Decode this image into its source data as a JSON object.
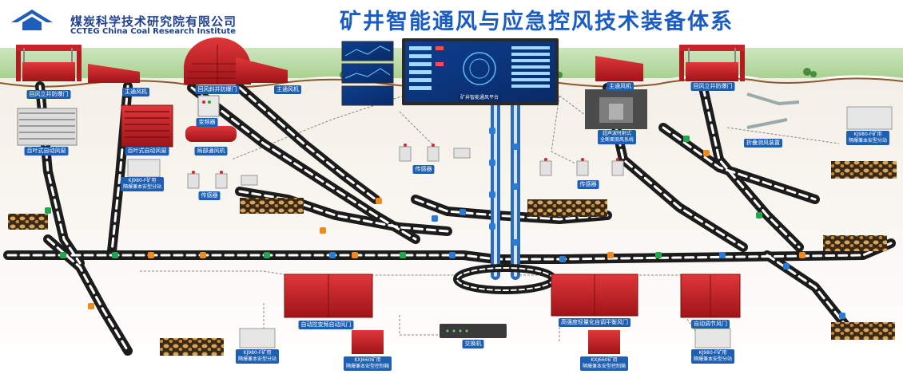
{
  "header": {
    "org_cn": "煤炭科学技术研究院有限公司",
    "org_en": "CCTEG China Coal Research Institute",
    "title": "矿井智能通风与应急控风技术装备体系"
  },
  "colors": {
    "accent": "#1a5bc4",
    "label_bg": "#1d5fb3",
    "door_red": "#c8232b",
    "tunnel": "#1c1c1c",
    "arrow_blue": "#2a7bd6",
    "arrow_green": "#24a64b",
    "arrow_orange": "#f08a1c"
  },
  "labels": {
    "return_shaft_door_left": "回风立井防爆门",
    "return_fan_bottom": "主通风机",
    "return_shaft_fan_door": "回风斜井防爆门",
    "main_fan_left": "主通风机",
    "louver_auto_window": "百叶式自动风窗",
    "louver_auto_door": "百叶式自动风窗",
    "inverter": "变频器",
    "local_fan": "局部通风机",
    "sensor_a": "传感器",
    "sensor_b": "传感器",
    "sensor_c": "传感器",
    "station_left_l1": "KJ980-F矿用",
    "station_left_l2": "隔爆兼本安型分站",
    "main_fan_right": "主通风机",
    "return_shaft_door_right": "回风立井防爆门",
    "ultrasonic_l1": "超声波时射式",
    "ultrasonic_l2": "全断面测风系统",
    "folding_device": "折叠测风装置",
    "station_right_l1": "KJ980-F矿用",
    "station_right_l2": "隔爆兼本安型分站",
    "door_auto_pressure": "自动控变频自动风门",
    "switch": "交换机",
    "door_high_pressure": "高强度轻量化自调平衡风门",
    "door_auto_adjust": "自动调节风门",
    "station_bl1_l1": "KJ980-F矿用",
    "station_bl1_l2": "隔爆兼本安型分站",
    "controller_bl_l1": "KXJ660矿用",
    "controller_bl_l2": "隔爆兼本安型控制箱",
    "controller_br_l1": "KXJ660矿用",
    "controller_br_l2": "隔爆兼本安型控制箱",
    "station_br_l1": "KJ980-F矿用",
    "station_br_l2": "隔爆兼本安型分站",
    "monitor_caption": "矿井智能通风平台"
  }
}
